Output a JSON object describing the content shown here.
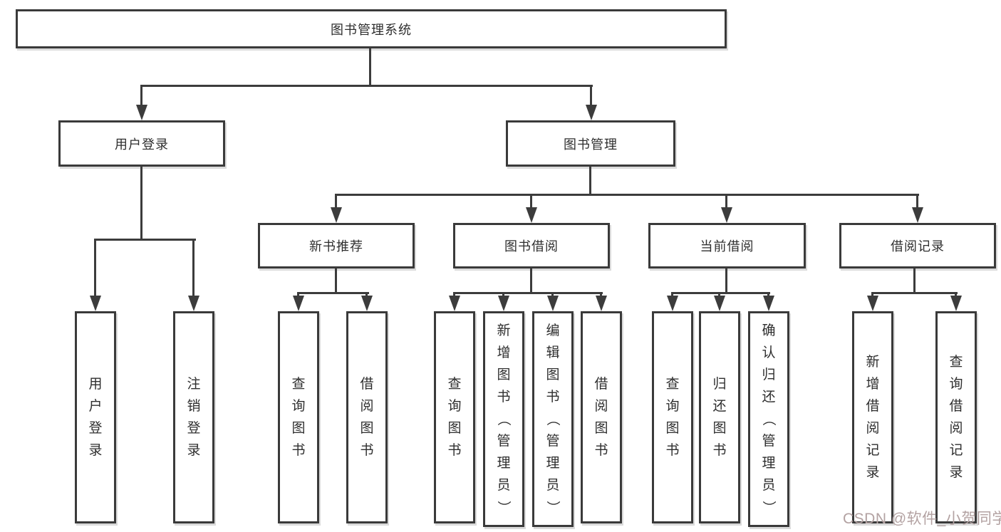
{
  "diagram": {
    "type": "hierarchy-tree",
    "colors": {
      "line": "#3c3c3c",
      "box_border": "#3a3a3a",
      "text": "#2e2e2e",
      "background": "#ffffff",
      "watermark_color": "#b3a2a2"
    },
    "nodes": {
      "root": {
        "label": "图书管理系统"
      },
      "user_login_group": {
        "label": "用户登录"
      },
      "book_mgmt": {
        "label": "图书管理"
      },
      "new_book_rec": {
        "label": "新书推荐"
      },
      "book_borrow": {
        "label": "图书借阅"
      },
      "current_borrow": {
        "label": "当前借阅"
      },
      "borrow_records": {
        "label": "借阅记录"
      },
      "leaf_user_login": {
        "label": "用户登录"
      },
      "leaf_logout": {
        "label": "注销登录"
      },
      "leaf_query_book_1": {
        "label": "查询图书"
      },
      "leaf_borrow_book_1": {
        "label": "借阅图书"
      },
      "leaf_query_book_2": {
        "label": "查询图书"
      },
      "leaf_add_book": {
        "label": "新增图书（管理员）"
      },
      "leaf_edit_book": {
        "label": "编辑图书（管理员）"
      },
      "leaf_borrow_book_2": {
        "label": "借阅图书"
      },
      "leaf_query_book_3": {
        "label": "查询图书"
      },
      "leaf_return_book": {
        "label": "归还图书"
      },
      "leaf_confirm_return": {
        "label": "确认归还（管理员）"
      },
      "leaf_add_borrow_record": {
        "label": "新增借阅记录"
      },
      "leaf_query_borrow_record": {
        "label": "查询借阅记录"
      }
    },
    "hierarchy": {
      "图书管理系统": {
        "用户登录": [
          "用户登录",
          "注销登录"
        ],
        "图书管理": {
          "新书推荐": [
            "查询图书",
            "借阅图书"
          ],
          "图书借阅": [
            "查询图书",
            "新增图书（管理员）",
            "编辑图书（管理员）",
            "借阅图书"
          ],
          "当前借阅": [
            "查询图书",
            "归还图书",
            "确认归还（管理员）"
          ],
          "借阅记录": [
            "新增借阅记录",
            "查询借阅记录"
          ]
        }
      }
    },
    "watermark": "CSDN @软件_小贺同学"
  }
}
